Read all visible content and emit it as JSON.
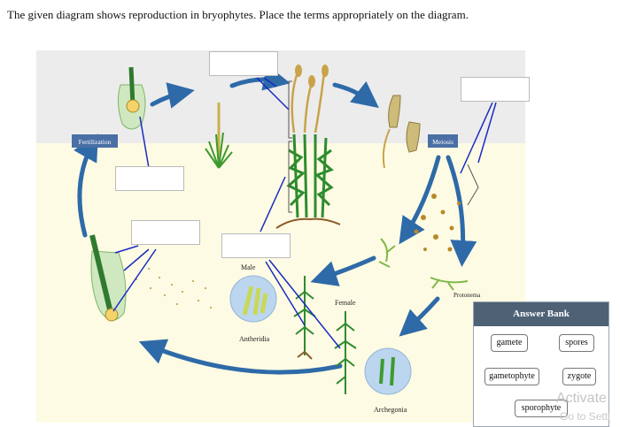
{
  "question": {
    "prompt": "The given diagram shows reproduction in bryophytes. Place the terms appropriately on the diagram."
  },
  "diagram_labels": {
    "fertilization": "Fertilization",
    "meiosis": "Meiosis",
    "male": "Male",
    "female": "Female",
    "antheridia": "Antheridia",
    "archegonia": "Archegonia",
    "protonema": "Protonema"
  },
  "answer_bank": {
    "title": "Answer Bank",
    "terms": [
      "gamete",
      "spores",
      "gametophyte",
      "zygote",
      "sporophyte"
    ]
  },
  "watermark": {
    "line1": "Activate",
    "line2": "Go to Setti"
  },
  "colors": {
    "badge": "#4a6fa5",
    "bank_header": "#4f6275",
    "cycle_arrow": "#2e6aa8",
    "leader_line": "#1a2bc2"
  }
}
